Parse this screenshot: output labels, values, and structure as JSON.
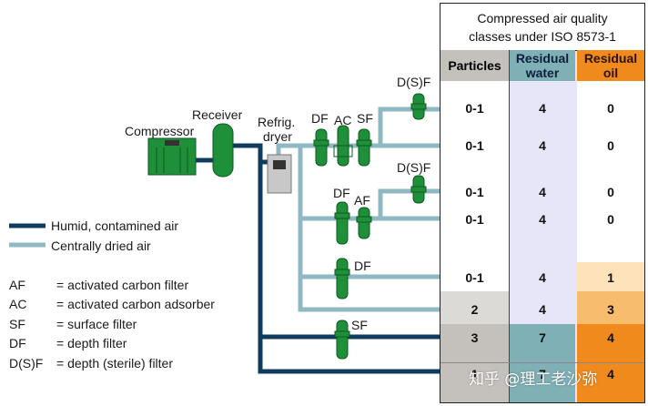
{
  "diagram": {
    "labels": {
      "compressor": "Compressor",
      "receiver": "Receiver",
      "refrig_line1": "Refrig.",
      "refrig_line2": "dryer",
      "df1": "DF",
      "ac1": "AC",
      "sf1": "SF",
      "dsf1": "D(S)F",
      "dsf2": "D(S)F",
      "df2": "DF",
      "af2": "AF",
      "df3": "DF",
      "sf4": "SF"
    },
    "colors": {
      "humid_pipe": "#0f3b5f",
      "dried_pipe": "#8fb8c2",
      "equipment": "#1f8f3a"
    }
  },
  "legend": {
    "humid": "Humid, contamined air",
    "dried": "Centrally dried air"
  },
  "abbreviations": [
    {
      "code": "AF",
      "text": "= activated carbon filter"
    },
    {
      "code": "AC",
      "text": "= activated carbon adsorber"
    },
    {
      "code": "SF",
      "text": "= surface filter"
    },
    {
      "code": "DF",
      "text": "= depth filter"
    },
    {
      "code": "D(S)F",
      "text": "= depth (sterile) filter"
    }
  ],
  "table": {
    "title_line1": "Compressed air quality",
    "title_line2": "classes under ISO 8573-1",
    "headers": {
      "particles": "Particles",
      "water_line1": "Residual",
      "water_line2": "water",
      "oil_line1": "Residual",
      "oil_line2": "oil"
    },
    "rows": [
      {
        "particles": "0-1",
        "water": "4",
        "oil": "0"
      },
      {
        "particles": "0-1",
        "water": "4",
        "oil": "0"
      },
      {
        "particles": "0-1",
        "water": "4",
        "oil": "0"
      },
      {
        "particles": "0-1",
        "water": "4",
        "oil": "0"
      },
      {
        "particles": "0-1",
        "water": "4",
        "oil": "1"
      },
      {
        "particles": "2",
        "water": "4",
        "oil": "3"
      },
      {
        "particles": "3",
        "water": "7",
        "oil": "4"
      },
      {
        "particles": "1",
        "water": "7",
        "oil": "4"
      }
    ]
  },
  "watermark": "知乎 @理工老沙弥"
}
